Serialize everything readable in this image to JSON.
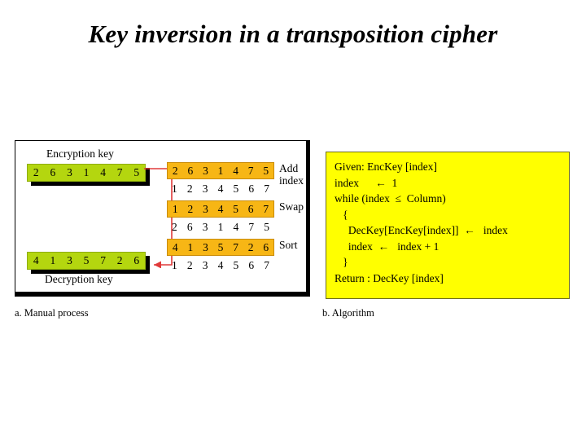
{
  "slide": {
    "title": "Key inversion in a transposition cipher",
    "background_color": "#ffffff"
  },
  "colors": {
    "key_bar_green": "#b4d60f",
    "step_bar_orange": "#f7b615",
    "algorithm_panel_yellow": "#ffff00",
    "connector_red": "#e03a3a",
    "panel_border_black": "#000000"
  },
  "panel_a": {
    "caption": "a. Manual process",
    "encryption_key_label": "Encryption key",
    "decryption_key_label": "Decryption key",
    "encryption_key": [
      "2",
      "6",
      "3",
      "1",
      "4",
      "7",
      "5"
    ],
    "decryption_key": [
      "4",
      "1",
      "3",
      "5",
      "7",
      "2",
      "6"
    ],
    "connector_icon": "red-arrow-connector",
    "steps": [
      {
        "name": "Add\nindex",
        "bar_values": [
          "2",
          "6",
          "3",
          "1",
          "4",
          "7",
          "5"
        ],
        "index_values": [
          "1",
          "2",
          "3",
          "4",
          "5",
          "6",
          "7"
        ]
      },
      {
        "name": "Swap",
        "bar_values": [
          "1",
          "2",
          "3",
          "4",
          "5",
          "6",
          "7"
        ],
        "index_values": [
          "2",
          "6",
          "3",
          "1",
          "4",
          "7",
          "5"
        ]
      },
      {
        "name": "Sort",
        "bar_values": [
          "4",
          "1",
          "3",
          "5",
          "7",
          "2",
          "6"
        ],
        "index_values": [
          "1",
          "2",
          "3",
          "4",
          "5",
          "6",
          "7"
        ]
      }
    ]
  },
  "panel_b": {
    "caption": "b. Algorithm",
    "lines": [
      "Given: EncKey [index]",
      "index      ←  1",
      "while (index  ≤  Column)",
      "   {",
      "     DecKey[EncKey[index]]  ←   index",
      "     index  ←   index + 1",
      "   }",
      "Return : DecKey [index]"
    ]
  }
}
